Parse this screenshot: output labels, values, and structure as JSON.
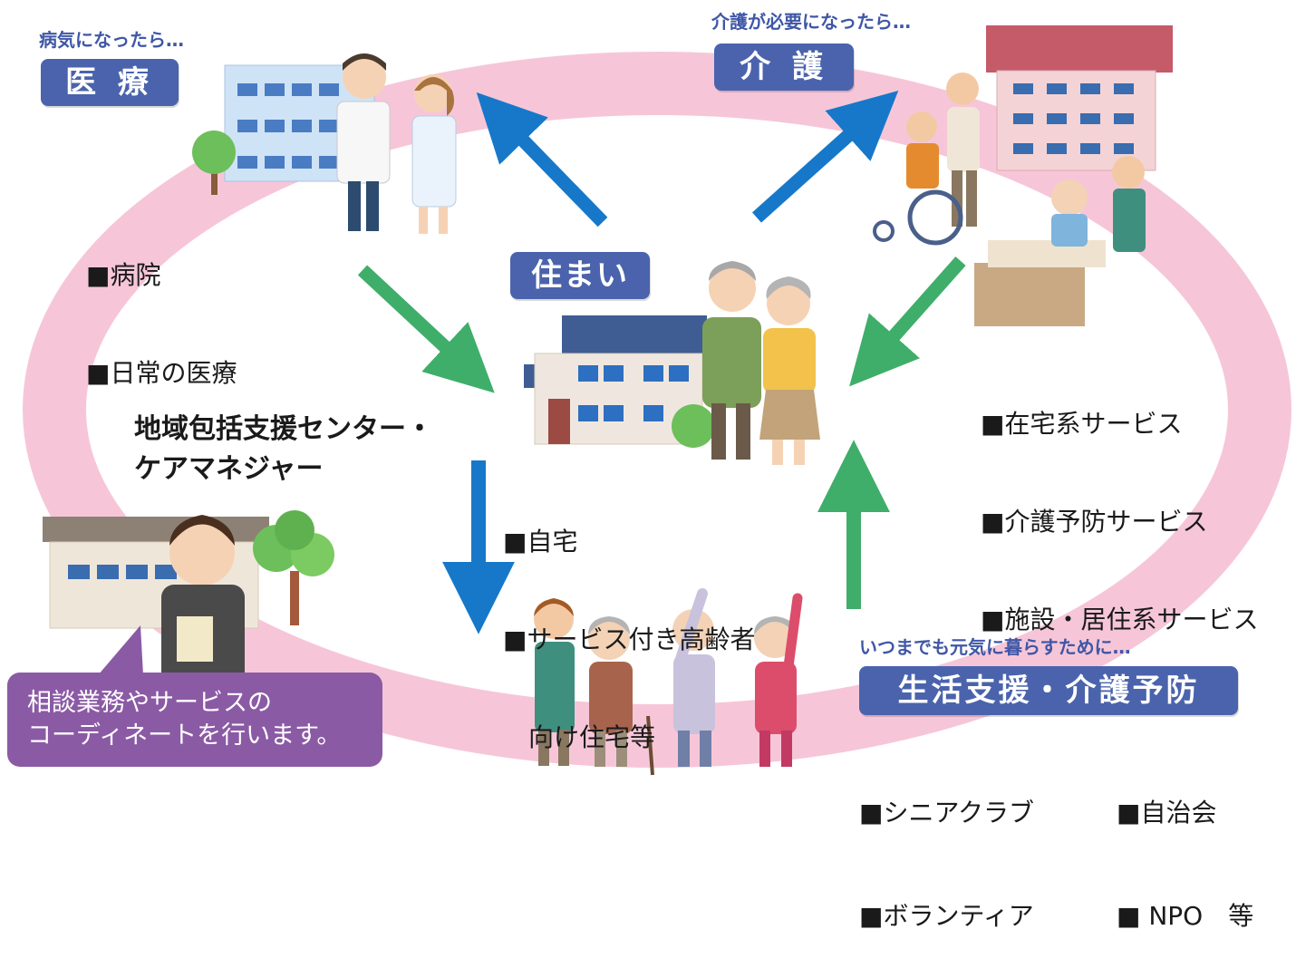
{
  "colors": {
    "ring": "#f6c6d8",
    "badge": "#4a63ac",
    "subtitle": "#3f57a6",
    "blue_arrow": "#1778c9",
    "green_arrow": "#3fae6a",
    "bubble": "#8b5aa5"
  },
  "medical": {
    "subtitle": "病気になったら…",
    "badge": "医 療",
    "items": [
      "■病院",
      "■日常の医療"
    ]
  },
  "care": {
    "subtitle": "介護が必要になったら…",
    "badge": "介 護",
    "items": [
      "■在宅系サービス",
      "■介護予防サービス",
      "■施設・居住系サービス"
    ]
  },
  "housing": {
    "badge": "住まい",
    "items": [
      "■自宅",
      "■サービス付き高齢者",
      "　向け住宅等"
    ]
  },
  "center": {
    "lines": [
      "地域包括支援センター・",
      "ケアマネジャー"
    ]
  },
  "consult": {
    "lines": [
      "相談業務やサービスの",
      "コーディネートを行います。"
    ]
  },
  "support": {
    "subtitle": "いつまでも元気に暮らすために…",
    "badge": "生活支援・介護予防",
    "items_left": [
      "■シニアクラブ",
      "■ボランティア"
    ],
    "items_right": [
      "■自治会",
      "■ NPO　等"
    ]
  },
  "icons": [
    "hospital-building-icon",
    "doctor-nurse-icon",
    "care-facility-icon",
    "wheelchair-caregiver-icon",
    "house-icon",
    "elderly-couple-icon",
    "office-building-icon",
    "care-manager-icon",
    "exercising-seniors-icon",
    "tree-icon"
  ]
}
